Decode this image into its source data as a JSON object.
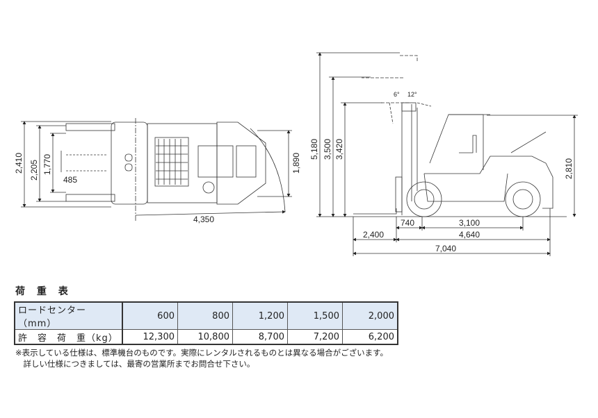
{
  "top_view": {
    "dims": {
      "overall_width": "2,410",
      "tread_width": "2,205",
      "fork_outer": "1,770",
      "fork_inner": "485",
      "rear_width": "1,890",
      "turning_radius": "4,350"
    }
  },
  "side_view": {
    "dims": {
      "max_height": "5,180",
      "lift_height": "3,500",
      "mast_height": "3,420",
      "head_guard": "2,810",
      "front_overhang": "740",
      "wheelbase": "3,100",
      "body_length": "4,640",
      "fork_length": "2,400",
      "overall_length": "7,040",
      "tilt_forward": "6°",
      "tilt_backward": "12°"
    }
  },
  "load_table": {
    "title": "荷 重 表",
    "row_headers": [
      "ロードセンター（mm）",
      "許　容　荷　重（kg）"
    ],
    "load_centers": [
      "600",
      "800",
      "1,200",
      "1,500",
      "2,000"
    ],
    "capacities": [
      "12,300",
      "10,800",
      "8,700",
      "7,200",
      "6,200"
    ]
  },
  "notes": [
    "※表示している仕様は、標準機台のものです。実際にレンタルされるものとは異なる場合がございます。",
    "　詳しい仕様につきましては、最寄の営業所までお問合せ下さい。"
  ]
}
